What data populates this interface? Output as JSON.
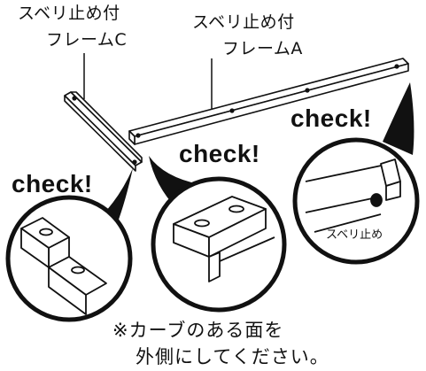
{
  "labels": {
    "frame_c": {
      "line1": "スベリ止め付",
      "line2": "フレームC"
    },
    "frame_a": {
      "line1": "スベリ止め付",
      "line2": "フレームA"
    }
  },
  "checks": [
    "check!",
    "check!",
    "check!"
  ],
  "detail_tag": "スベリ止め",
  "note": {
    "line1": "※カーブのある面を",
    "line2": "外側にしてください。"
  }
}
